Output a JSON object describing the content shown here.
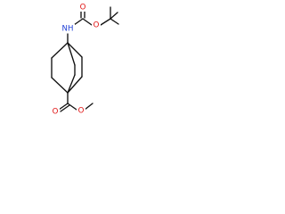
{
  "molecule": {
    "atoms": {
      "nh": {
        "text": "NH",
        "color": "#1f3fd6"
      },
      "o_carbonyl_top": {
        "text": "O",
        "color": "#e01010"
      },
      "o_ester_top": {
        "text": "O",
        "color": "#e01010"
      },
      "o_carbonyl_bottom": {
        "text": "O",
        "color": "#e01010"
      },
      "o_ester_bottom": {
        "text": "O",
        "color": "#e01010"
      }
    }
  }
}
